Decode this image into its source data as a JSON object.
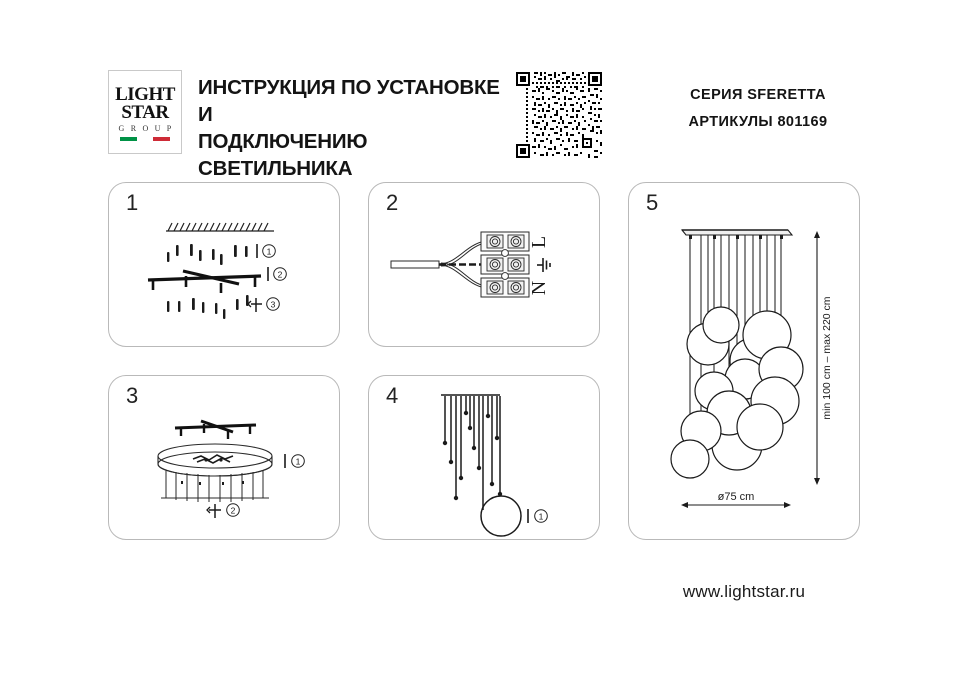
{
  "header": {
    "logo": {
      "line1": "LIGHT",
      "line2": "STAR",
      "line3": "G R O U P",
      "flag_colors": [
        "#009246",
        "#ffffff",
        "#ce2b37"
      ]
    },
    "title_line1": "ИНСТРУКЦИЯ ПО УСТАНОВКЕ И",
    "title_line2": "ПОДКЛЮЧЕНИЮ СВЕТИЛЬНИКА",
    "qr_label": "qr-code",
    "series_label": "СЕРИЯ SFERETTA",
    "article_label": "АРТИКУЛЫ 801169"
  },
  "panels": [
    {
      "number": "1",
      "name": "mount-bracket-to-ceiling",
      "callouts": [
        "①",
        "②",
        "③"
      ]
    },
    {
      "number": "2",
      "name": "wiring-terminal-block",
      "terminals": [
        "L",
        "N"
      ],
      "earth_symbol": "earth-ground-icon"
    },
    {
      "number": "3",
      "name": "attach-canopy",
      "callouts": [
        "①",
        "②"
      ]
    },
    {
      "number": "4",
      "name": "attach-glass-spheres",
      "callouts": [
        "①"
      ]
    },
    {
      "number": "5",
      "name": "finished-fixture-dimensions",
      "height_label": "min 100 cm – max 220 cm",
      "diameter_label": "ø75 cm"
    }
  ],
  "footer": {
    "url": "www.lightstar.ru"
  },
  "colors": {
    "ink": "#1a1a1a",
    "panel_border": "#b9b9b9",
    "line": "#2b2b2b"
  }
}
